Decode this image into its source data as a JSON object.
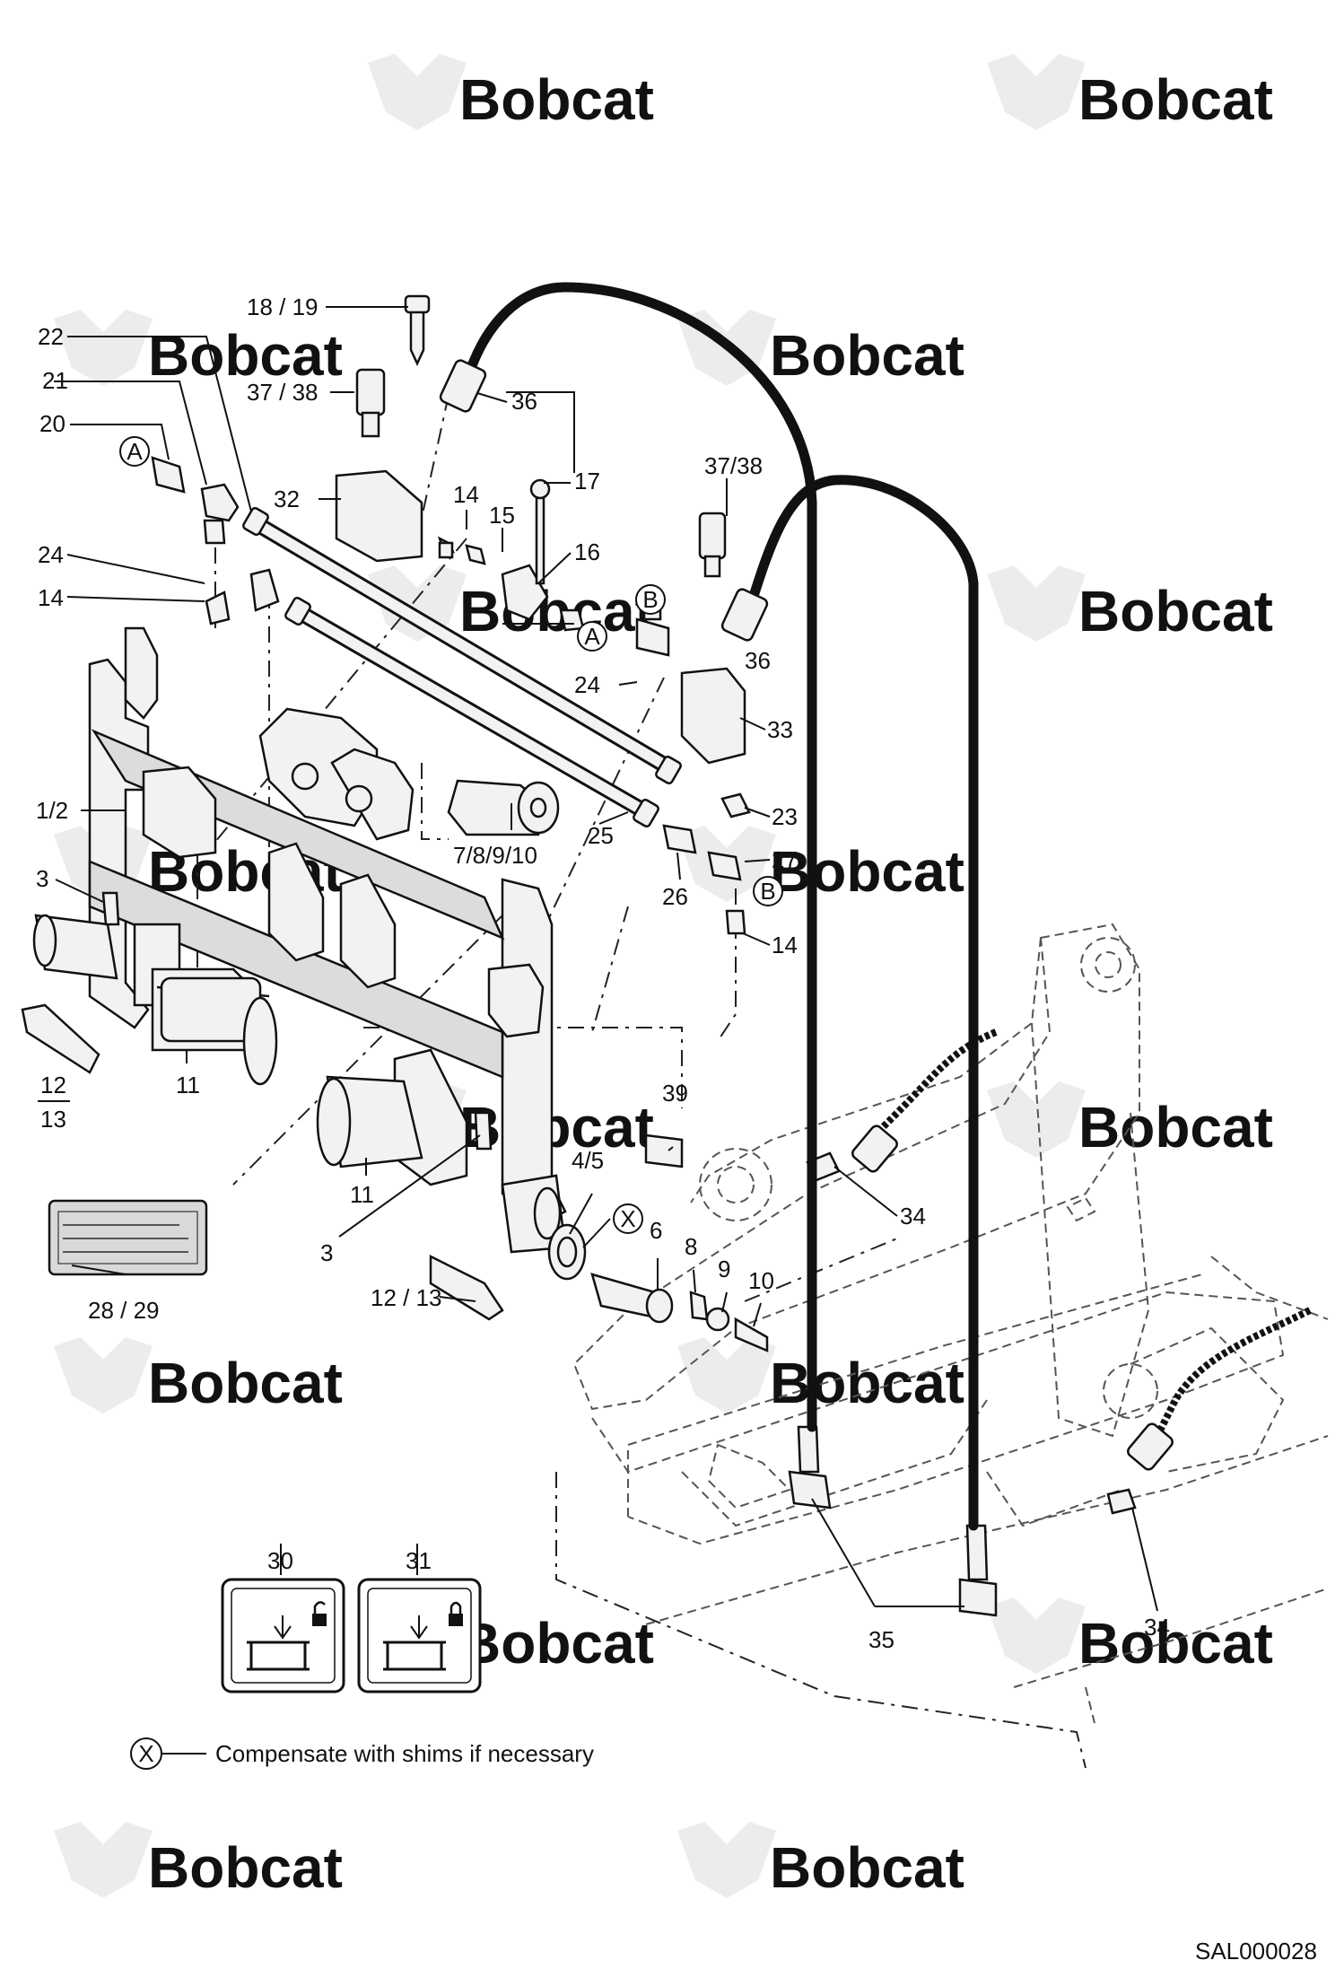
{
  "watermark": "Bobcat",
  "drawing_code": "SAL000028",
  "note_symbol": "X",
  "note_text": "Compensate with shims if necessary",
  "circle_markers": {
    "a": "A",
    "b": "B",
    "x": "X"
  },
  "callouts": {
    "c1_2": "1/2",
    "c3": "3",
    "c4_5": "4/5",
    "c6": "6",
    "c7_10": "7/8/9/10",
    "c8": "8",
    "c9": "9",
    "c10": "10",
    "c11": "11",
    "c12": "12",
    "c13": "13",
    "c12_13": "12 / 13",
    "c14": "14",
    "c15": "15",
    "c16": "16",
    "c17": "17",
    "c18_19": "18 / 19",
    "c20": "20",
    "c21": "21",
    "c22": "22",
    "c23": "23",
    "c24": "24",
    "c25": "25",
    "c26": "26",
    "c27": "27",
    "c28_29": "28 / 29",
    "c30": "30",
    "c31": "31",
    "c32": "32",
    "c33": "33",
    "c34": "34",
    "c35": "35",
    "c36": "36",
    "c37_38": "37 / 38",
    "c37_38b": "37/38",
    "c39": "39"
  }
}
